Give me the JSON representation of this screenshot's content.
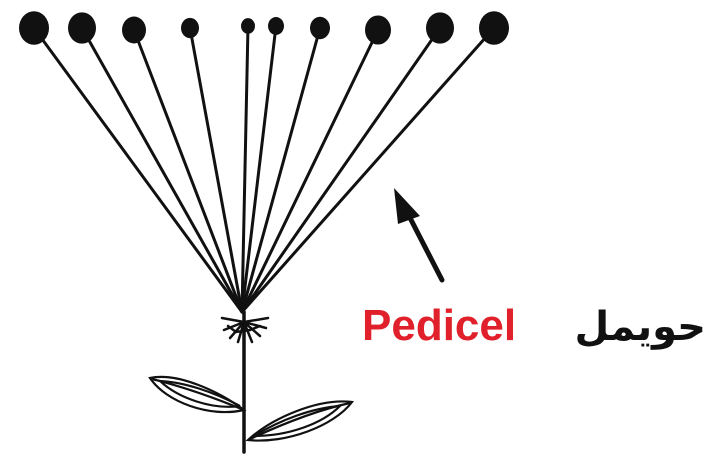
{
  "labels": {
    "english": "Pedicel",
    "arabic": "حويمل"
  },
  "colors": {
    "english_label": "#e0202a",
    "arabic_label": "#111111",
    "lines": "#111111",
    "background": "#ffffff"
  },
  "structure": {
    "type": "umbel inflorescence",
    "flower_count": 10,
    "leaf_count": 2,
    "arrow_target": "pedicel"
  }
}
